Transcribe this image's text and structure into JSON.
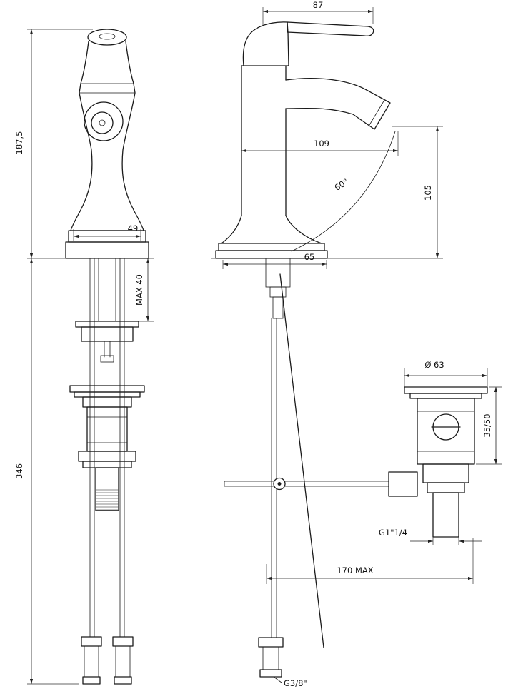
{
  "drawing": {
    "labels": {
      "front_height": "187,5",
      "front_total_height": "346",
      "front_base_width": "49",
      "front_deck_max": "MAX 40",
      "side_handle_width": "87",
      "side_spout_reach": "109",
      "side_spout_height": "105",
      "side_spout_angle": "60°",
      "side_base_depth": "65",
      "waste_diameter": "Ø 63",
      "waste_deck_range": "35/50",
      "waste_thread": "G1\"1/4",
      "rod_reach_max": "170 MAX",
      "hose_thread": "G3/8\""
    },
    "line_color": "#1a1a1a",
    "background": "#ffffff"
  }
}
